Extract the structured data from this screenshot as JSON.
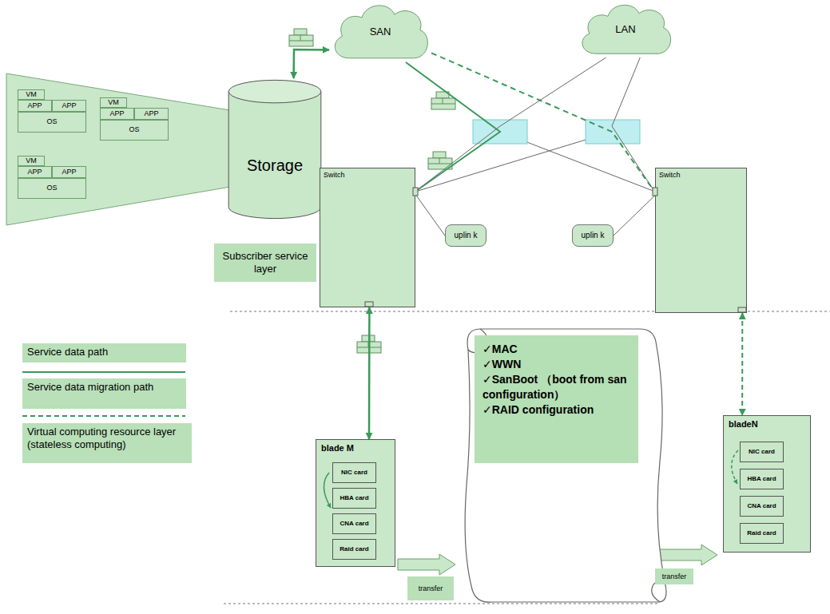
{
  "diagram": {
    "nodes": [
      {
        "text": [
          "VM"
        ]
      },
      {
        "text": [
          "APP"
        ]
      },
      {
        "text": [
          "APP"
        ]
      },
      {
        "text": [
          "OS"
        ]
      },
      {
        "text": [
          "VM"
        ]
      },
      {
        "text": [
          "APP"
        ]
      },
      {
        "text": [
          "APP"
        ]
      },
      {
        "text": [
          "OS"
        ]
      },
      {
        "text": [
          "VM"
        ]
      },
      {
        "text": [
          "APP"
        ]
      },
      {
        "text": [
          "APP"
        ]
      },
      {
        "text": [
          "OS"
        ]
      },
      {
        "text": [
          "Storage"
        ]
      },
      {
        "text": [
          "SAN"
        ]
      },
      {
        "text": [
          "LAN"
        ]
      },
      {
        "text": [
          "Switch"
        ]
      },
      {
        "text": [
          "Switch"
        ]
      },
      {
        "text": [
          "uplin k"
        ]
      },
      {
        "text": [
          "uplin k"
        ]
      },
      {
        "text": [
          "Subscriber service layer"
        ]
      },
      {
        "text": [
          "✓MAC",
          "✓WWN",
          "✓SanBoot （boot from san configuration）",
          "✓RAID configuration"
        ]
      },
      {
        "text": [
          "blade M"
        ]
      },
      {
        "text": [
          "NIC card"
        ],
        "in": 21
      },
      {
        "text": [
          "HBA card"
        ],
        "in": 21
      },
      {
        "text": [
          "CNA card"
        ],
        "in": 21
      },
      {
        "text": [
          "Raid card"
        ],
        "in": 21
      },
      {
        "text": [
          "bladeN"
        ]
      },
      {
        "text": [
          "NIC card"
        ],
        "in": 26
      },
      {
        "text": [
          "HBA card"
        ],
        "in": 26
      },
      {
        "text": [
          "CNA card"
        ],
        "in": 26
      },
      {
        "text": [
          "Raid card"
        ],
        "in": 26
      },
      {
        "text": [
          "transfer"
        ]
      },
      {
        "text": [
          "transfer"
        ]
      }
    ],
    "edges": [
      {
        "from": 12,
        "to": 13,
        "arrow": "both"
      },
      {
        "from": 13,
        "to": 15,
        "arrow": "none"
      },
      {
        "from": 13,
        "to": 16,
        "arrow": "none"
      },
      {
        "from": 14,
        "to": 15,
        "arrow": "none"
      },
      {
        "from": 14,
        "to": 16,
        "arrow": "none"
      },
      {
        "from": 15,
        "to": 21,
        "arrow": "both"
      },
      {
        "from": 16,
        "to": 26,
        "arrow": "both"
      },
      {
        "from": 17,
        "to": 15,
        "arrow": "none"
      },
      {
        "from": 18,
        "to": 16,
        "arrow": "none"
      }
    ],
    "legend": [
      {
        "text": "Service data path"
      },
      {
        "text": "Service data migration path"
      },
      {
        "text": "Virtual computing resource layer (stateless computing)"
      }
    ]
  }
}
